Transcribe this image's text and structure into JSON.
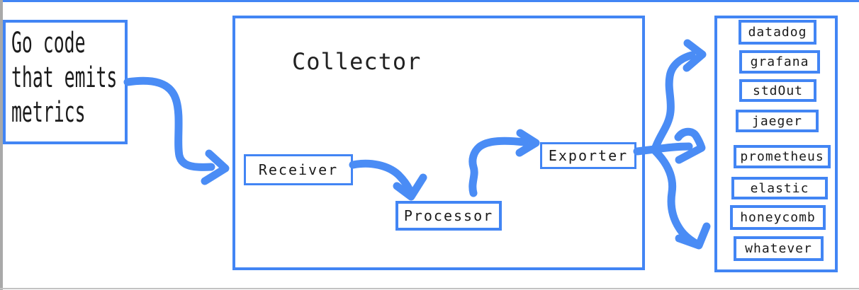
{
  "source_box": {
    "text": "Go code\nthat emits\nmetrics"
  },
  "collector": {
    "title": "Collector",
    "nodes": {
      "receiver": "Receiver",
      "processor": "Processor",
      "exporter": "Exporter"
    }
  },
  "sinks": {
    "items": [
      {
        "label": "datadog"
      },
      {
        "label": "grafana"
      },
      {
        "label": "stdOut"
      },
      {
        "label": "jaeger"
      },
      {
        "label": "prometheus"
      },
      {
        "label": "elastic"
      },
      {
        "label": "honeycomb"
      },
      {
        "label": "whatever"
      }
    ]
  },
  "icons": {
    "flow_arrows": [
      "arrow-gocode-to-receiver",
      "arrow-receiver-to-processor",
      "arrow-processor-to-exporter",
      "arrow-exporter-fanout-up",
      "arrow-exporter-fanout-middle",
      "arrow-exporter-fanout-down"
    ]
  },
  "colors": {
    "accent_blue": "#4285f4",
    "arrow_blue": "#4a8cf5",
    "text_dark": "#212121",
    "edge_gray": "#a9a9a9"
  }
}
